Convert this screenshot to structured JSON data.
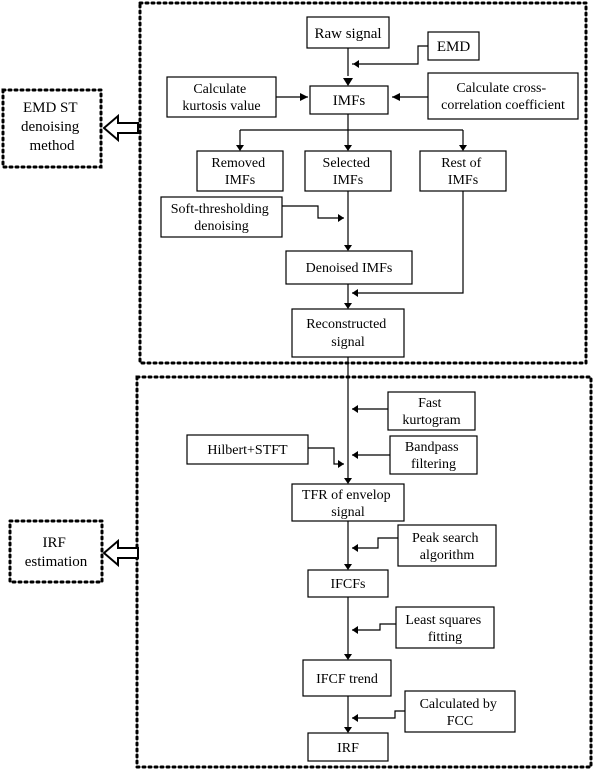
{
  "labels": {
    "raw_signal": [
      "Raw signal"
    ],
    "emd": [
      "EMD"
    ],
    "calc_kurtosis": [
      "Calculate",
      "kurtosis value"
    ],
    "imfs": [
      "IMFs"
    ],
    "calc_cross": [
      "Calculate cross-",
      "correlation coefficient"
    ],
    "removed_imfs": [
      "Removed",
      "IMFs"
    ],
    "selected_imfs": [
      "Selected",
      "IMFs"
    ],
    "rest_imfs": [
      "Rest of",
      "IMFs"
    ],
    "soft_threshold": [
      "Soft-thresholding",
      "denoising"
    ],
    "denoised_imfs": [
      "Denoised IMFs"
    ],
    "reconstructed": [
      "Reconstructed",
      "signal"
    ],
    "fast_kurtogram": [
      "Fast",
      "kurtogram"
    ],
    "hilbert_stft": [
      "Hilbert+STFT"
    ],
    "bandpass": [
      "Bandpass",
      "filtering"
    ],
    "tfr": [
      "TFR of envelop",
      "signal"
    ],
    "peak_search": [
      "Peak search",
      "algorithm"
    ],
    "ifcfs": [
      "IFCFs"
    ],
    "least_squares": [
      "Least squares",
      "fitting"
    ],
    "ifcf_trend": [
      "IFCF trend"
    ],
    "calc_fcc": [
      "Calculated by",
      "FCC"
    ],
    "irf": [
      "IRF"
    ],
    "emd_st_method": [
      "EMD ST",
      "denoising",
      "method"
    ],
    "irf_estimation": [
      "IRF",
      "estimation"
    ]
  }
}
